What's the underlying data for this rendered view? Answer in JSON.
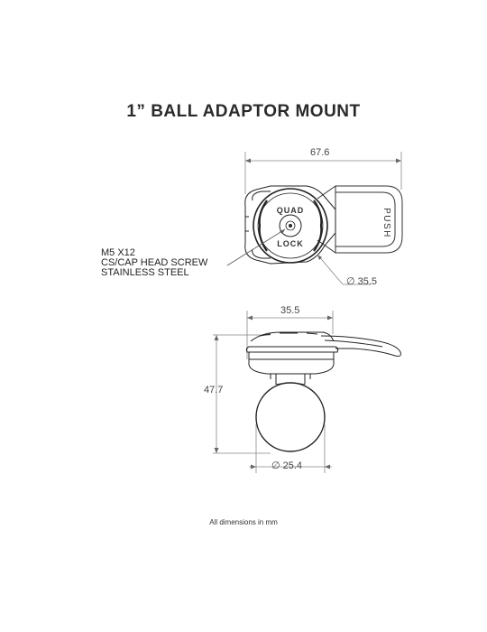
{
  "title": "1” BALL ADAPTOR MOUNT",
  "top_view": {
    "overall_length": "67.6",
    "diameter": "∅ 35.5",
    "logo_top": "QUAD",
    "logo_bottom": "LOCK",
    "lever_text": "PUSH"
  },
  "callout": {
    "line1": "M5 X12",
    "line2": "CS/CAP HEAD SCREW",
    "line3": "STAINLESS STEEL"
  },
  "side_view": {
    "width": "35.5",
    "height": "47.7",
    "ball_diameter": "∅ 25.4"
  },
  "footer": "All dimensions in mm"
}
